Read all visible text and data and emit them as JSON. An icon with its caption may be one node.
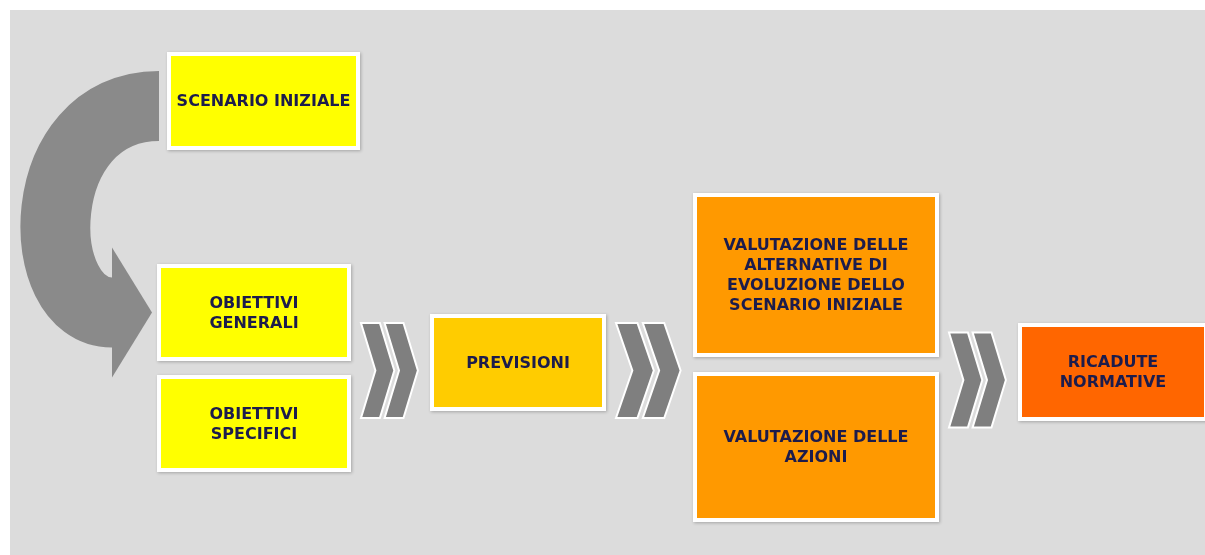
{
  "diagram": {
    "nodes": [
      {
        "text": [
          "SCENARIO INIZIALE"
        ]
      },
      {
        "text": [
          "OBIETTIVI GENERALI"
        ]
      },
      {
        "text": [
          "OBIETTIVI SPECIFICI"
        ]
      },
      {
        "text": [
          "PREVISIONI"
        ]
      },
      {
        "text": [
          "VALUTAZIONE DELLE ALTERNATIVE DI EVOLUZIONE DELLO SCENARIO INIZIALE"
        ]
      },
      {
        "text": [
          "VALUTAZIONE DELLE AZIONI"
        ]
      },
      {
        "text": [
          "RICADUTE NORMATIVE"
        ]
      }
    ],
    "edges": [
      {
        "from": 0,
        "to": 1,
        "arrow": "to"
      },
      {
        "from": 1,
        "to": 3,
        "arrow": "to"
      },
      {
        "from": 2,
        "to": 3,
        "arrow": "to"
      },
      {
        "from": 3,
        "to": 4,
        "arrow": "to"
      },
      {
        "from": 3,
        "to": 5,
        "arrow": "to"
      },
      {
        "from": 4,
        "to": 6,
        "arrow": "to"
      },
      {
        "from": 5,
        "to": 6,
        "arrow": "to"
      }
    ]
  }
}
